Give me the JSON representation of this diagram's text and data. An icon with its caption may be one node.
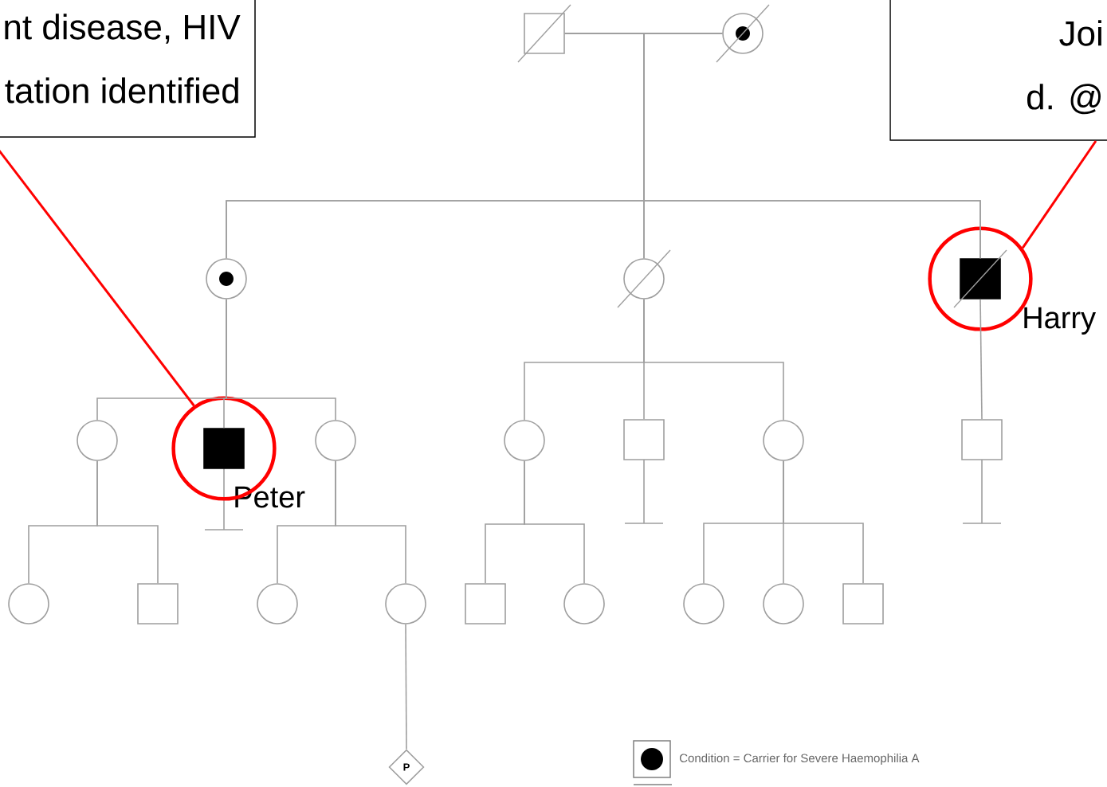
{
  "diagram": {
    "nodes": [
      {
        "text": [
          "nt disease, HIV",
          "tation identified"
        ]
      },
      {
        "text": [
          "Joi",
          "d. @"
        ]
      },
      {
        "text": [],
        "shape": "box"
      },
      {
        "text": [],
        "shape": "circle"
      },
      {
        "text": [],
        "shape": "circle"
      },
      {
        "text": [],
        "shape": "circle"
      },
      {
        "text": [],
        "shape": "circle"
      },
      {
        "text": [],
        "shape": "box",
        "in": 6,
        "beside": [
          "Harry"
        ]
      },
      {
        "text": [],
        "shape": "circle"
      },
      {
        "text": [],
        "shape": "circle"
      },
      {
        "text": [],
        "shape": "box",
        "in": 9,
        "beside": [
          "Peter"
        ]
      },
      {
        "text": [],
        "shape": "circle"
      },
      {
        "text": [],
        "shape": "circle"
      },
      {
        "text": [],
        "shape": "box"
      },
      {
        "text": [],
        "shape": "circle"
      },
      {
        "text": [],
        "shape": "box"
      },
      {
        "text": [],
        "shape": "circle"
      },
      {
        "text": [],
        "shape": "box"
      },
      {
        "text": [],
        "shape": "circle"
      },
      {
        "text": [],
        "shape": "circle"
      },
      {
        "text": [],
        "shape": "box"
      },
      {
        "text": [],
        "shape": "circle"
      },
      {
        "text": [],
        "shape": "circle"
      },
      {
        "text": [],
        "shape": "circle"
      },
      {
        "text": [],
        "shape": "box"
      },
      {
        "text": [
          "P"
        ]
      }
    ],
    "edges": [
      {
        "from": 2,
        "to": 3,
        "arrow": "none"
      },
      {
        "from": 2,
        "to": 4,
        "arrow": "none"
      },
      {
        "from": 2,
        "to": 5,
        "arrow": "none"
      },
      {
        "from": 2,
        "to": 7,
        "arrow": "none"
      },
      {
        "from": 3,
        "to": 4,
        "arrow": "none"
      },
      {
        "from": 3,
        "to": 5,
        "arrow": "none"
      },
      {
        "from": 3,
        "to": 7,
        "arrow": "none"
      },
      {
        "from": 4,
        "to": 8,
        "arrow": "none"
      },
      {
        "from": 4,
        "to": 10,
        "arrow": "none"
      },
      {
        "from": 4,
        "to": 11,
        "arrow": "none"
      },
      {
        "from": 5,
        "to": 12,
        "arrow": "none"
      },
      {
        "from": 5,
        "to": 13,
        "arrow": "none"
      },
      {
        "from": 5,
        "to": 14,
        "arrow": "none"
      },
      {
        "from": 7,
        "to": 15,
        "arrow": "none"
      },
      {
        "from": 8,
        "to": 16,
        "arrow": "none"
      },
      {
        "from": 8,
        "to": 17,
        "arrow": "none"
      },
      {
        "from": 11,
        "to": 18,
        "arrow": "none"
      },
      {
        "from": 11,
        "to": 19,
        "arrow": "none"
      },
      {
        "from": 12,
        "to": 20,
        "arrow": "none"
      },
      {
        "from": 12,
        "to": 21,
        "arrow": "none"
      },
      {
        "from": 14,
        "to": 22,
        "arrow": "none"
      },
      {
        "from": 14,
        "to": 23,
        "arrow": "none"
      },
      {
        "from": 14,
        "to": 24,
        "arrow": "none"
      },
      {
        "from": 19,
        "to": 25,
        "arrow": "none"
      },
      {
        "from": 0,
        "to": 9,
        "arrow": "none",
        "color": "#ff0000"
      },
      {
        "from": 1,
        "to": 6,
        "arrow": "none",
        "color": "#ff0000"
      }
    ],
    "legend": [
      {
        "text": "Condition = Carrier for Severe Haemophilia A"
      }
    ]
  }
}
